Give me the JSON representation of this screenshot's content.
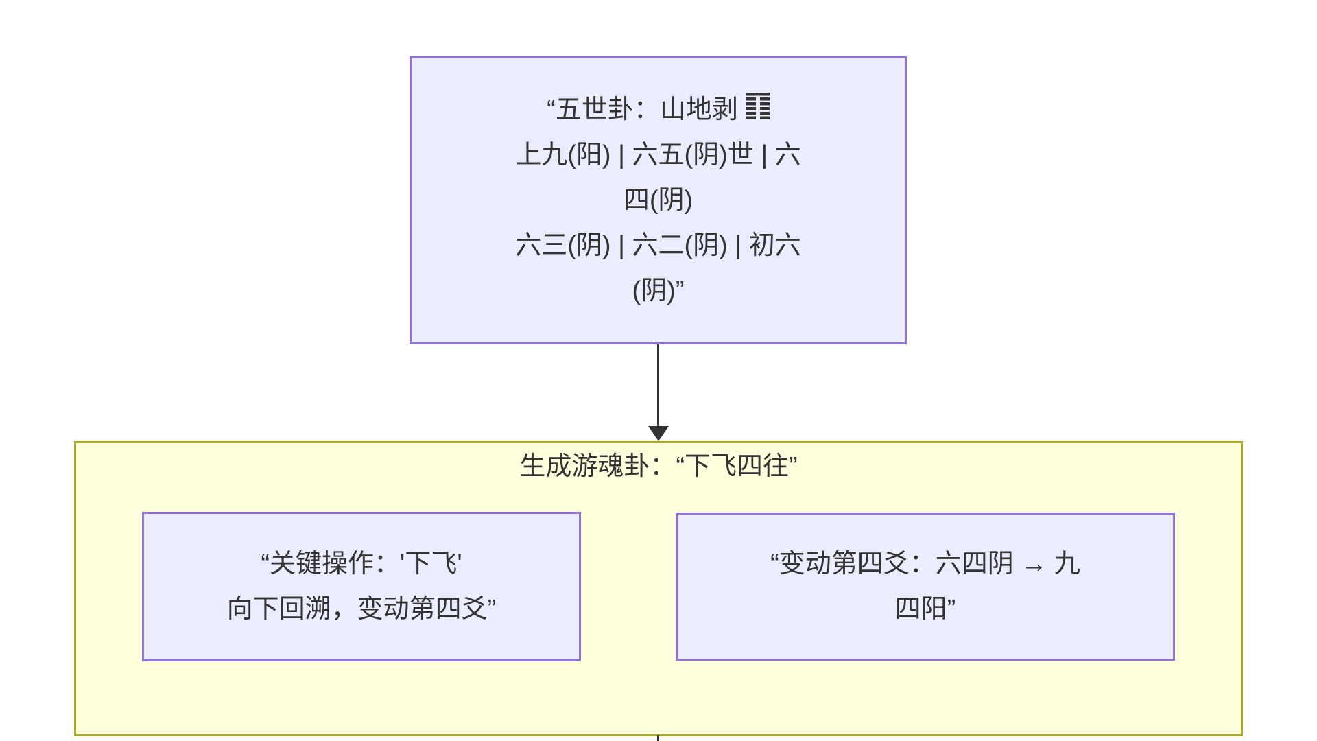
{
  "colors": {
    "node_fill": "#ECECFF",
    "node_border": "#9370DB",
    "subgraph_fill": "#FFFFDE",
    "subgraph_border": "#AAAA33",
    "edge": "#333333",
    "text": "#333333"
  },
  "diagram": {
    "top_node": {
      "hexagram_symbol": "䷖",
      "lines": [
        "“五世卦：山地剥",
        "上九(阳) | 六五(阴)世 | 六",
        "四(阴)",
        "六三(阴) | 六二(阴) | 初六",
        "(阴)”"
      ]
    },
    "subgraph": {
      "title": "生成游魂卦：“下飞四往”",
      "key_operation_node": {
        "lines": [
          "“关键操作：'下飞'",
          "向下回溯，变动第四爻”"
        ]
      },
      "line_change_node": {
        "lines": [
          "“变动第四爻：六四阴 → 九",
          "四阳”"
        ]
      }
    }
  }
}
